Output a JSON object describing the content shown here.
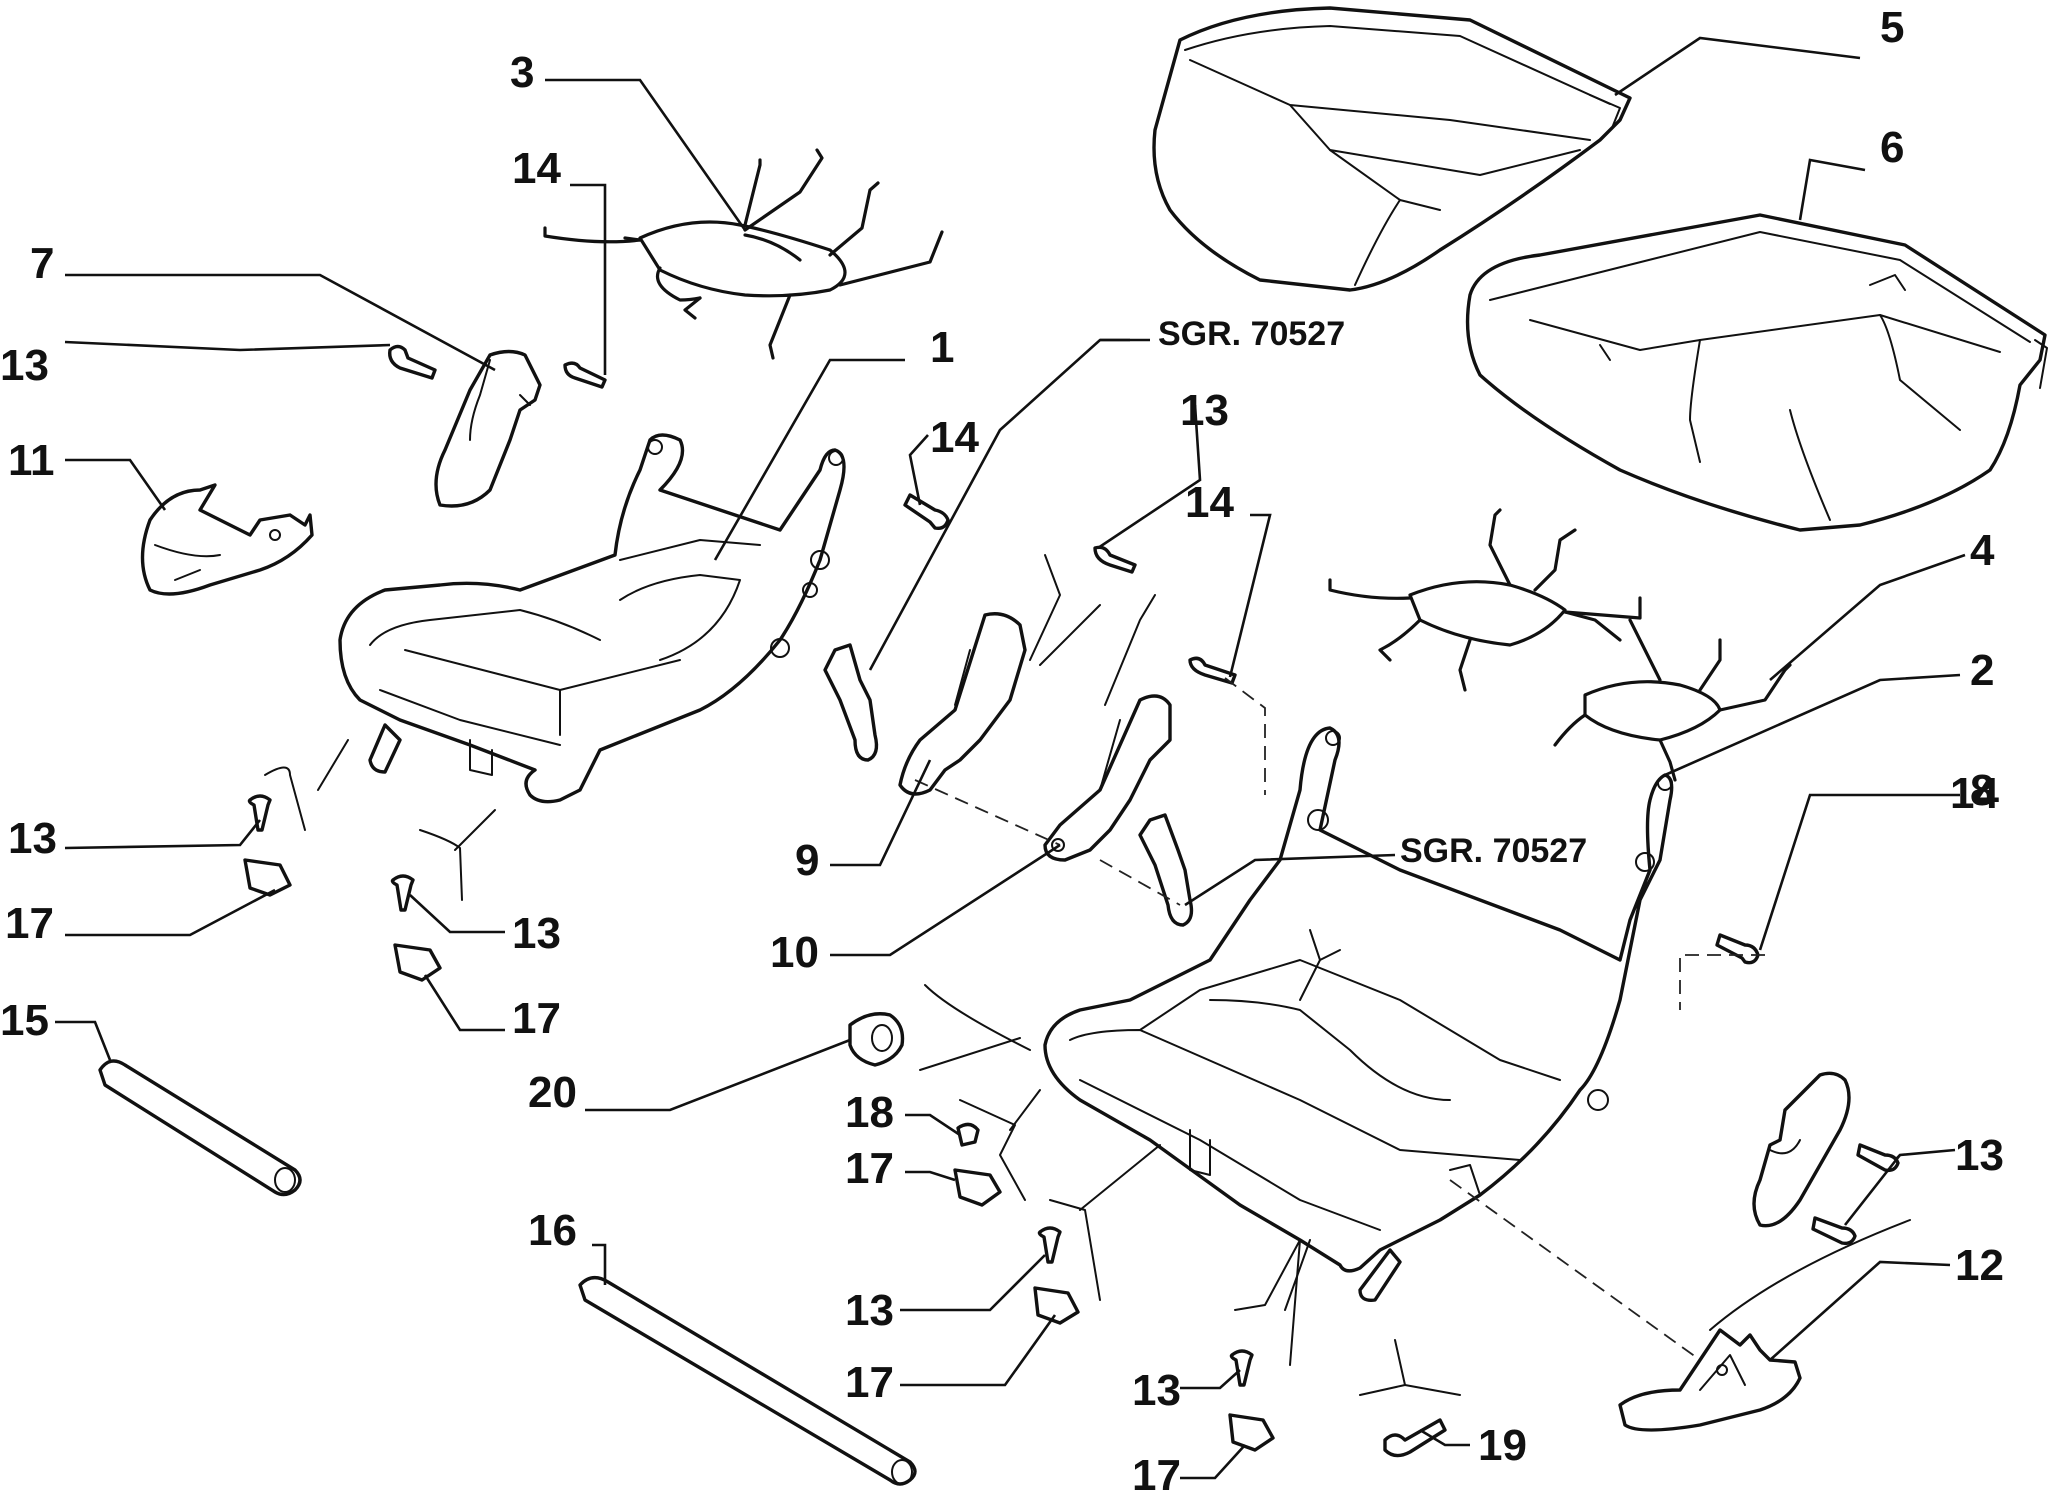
{
  "callouts": {
    "c1": "1",
    "c2": "2",
    "c3": "3",
    "c4": "4",
    "c5": "5",
    "c6": "6",
    "c7": "7",
    "c8": "8",
    "c9": "9",
    "c10": "10",
    "c11": "11",
    "c12": "12",
    "c13a": "13",
    "c13b": "13",
    "c13c": "13",
    "c13d": "13",
    "c13e": "13",
    "c13f": "13",
    "c13g": "13",
    "c14a": "14",
    "c14b": "14",
    "c14c": "14",
    "c14d": "14",
    "c15": "15",
    "c16": "16",
    "c17a": "17",
    "c17b": "17",
    "c17c": "17",
    "c17d": "17",
    "c17e": "17",
    "c18": "18",
    "c19": "19",
    "c20": "20"
  },
  "references": {
    "ref_upper": "SGR. 70527",
    "ref_lower": "SGR. 70527"
  }
}
